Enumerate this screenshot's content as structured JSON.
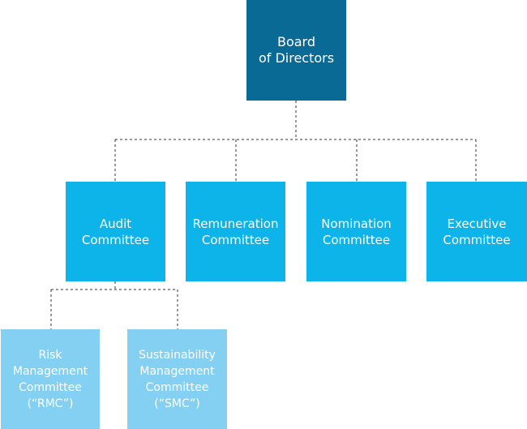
{
  "colors": {
    "board": "#0a6a96",
    "committee": "#0db4ea",
    "subcommittee": "#84d0f2",
    "connector": "#333333"
  },
  "org": {
    "board": {
      "label": "Board\nof Directors"
    },
    "committees": [
      {
        "id": "audit",
        "label": "Audit\nCommittee"
      },
      {
        "id": "remuneration",
        "label": "Remuneration\nCommittee"
      },
      {
        "id": "nomination",
        "label": "Nomination\nCommittee"
      },
      {
        "id": "executive",
        "label": "Executive\nCommittee"
      }
    ],
    "audit_subcommittees": [
      {
        "id": "rmc",
        "label": "Risk\nManagement\nCommittee\n(“RMC”)"
      },
      {
        "id": "smc",
        "label": "Sustainability\nManagement\nCommittee\n(“SMC”)"
      }
    ]
  }
}
